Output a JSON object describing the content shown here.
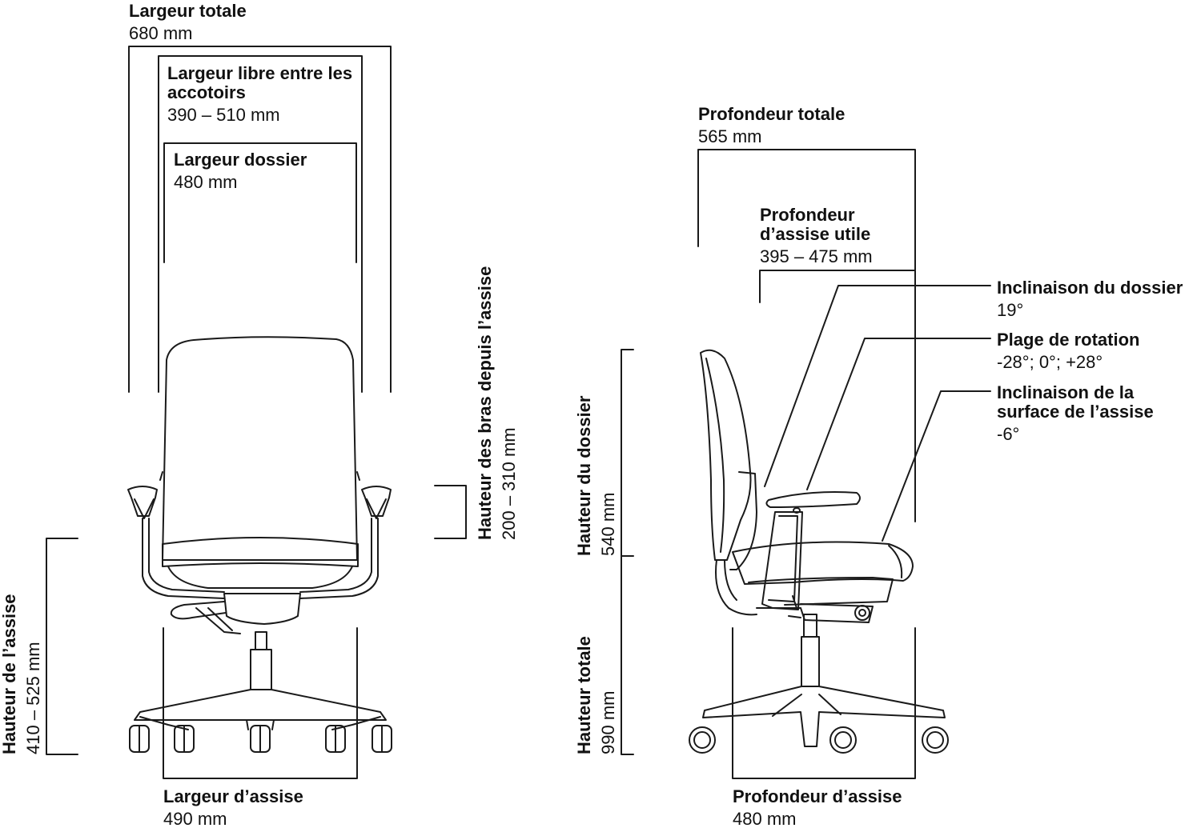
{
  "front_view": {
    "total_width": {
      "title": "Largeur totale",
      "value": "680 mm"
    },
    "armrest_clearance": {
      "title_line1": "Largeur libre entre les",
      "title_line2": "accotoirs",
      "value": "390 – 510 mm"
    },
    "backrest_width": {
      "title": "Largeur dossier",
      "value": "480 mm"
    },
    "arm_height": {
      "title": "Hauteur des bras depuis l’assise",
      "value": "200 – 310 mm"
    },
    "seat_height": {
      "title": "Hauteur de l’assise",
      "value": "410 – 525 mm"
    },
    "seat_width": {
      "title": "Largeur d’assise",
      "value": "490 mm"
    }
  },
  "side_view": {
    "total_depth": {
      "title": "Profondeur totale",
      "value": "565 mm"
    },
    "usable_seat_depth": {
      "title_line1": "Profondeur",
      "title_line2": "d’assise utile",
      "value": "395 – 475 mm"
    },
    "back_recline": {
      "title": "Inclinaison du dossier",
      "value": "19°"
    },
    "rotation_range": {
      "title": "Plage de rotation",
      "value": "-28°; 0°; +28°"
    },
    "seat_tilt": {
      "title_line1": "Inclinaison de la",
      "title_line2": "surface de l’assise",
      "value": "-6°"
    },
    "backrest_height": {
      "title": "Hauteur du dossier",
      "value": "540 mm"
    },
    "total_height": {
      "title": "Hauteur totale",
      "value": "990 mm"
    },
    "seat_depth": {
      "title": "Profondeur d’assise",
      "value": "480 mm"
    }
  },
  "colors": {
    "line": "#1a1a1a",
    "background": "#ffffff"
  }
}
